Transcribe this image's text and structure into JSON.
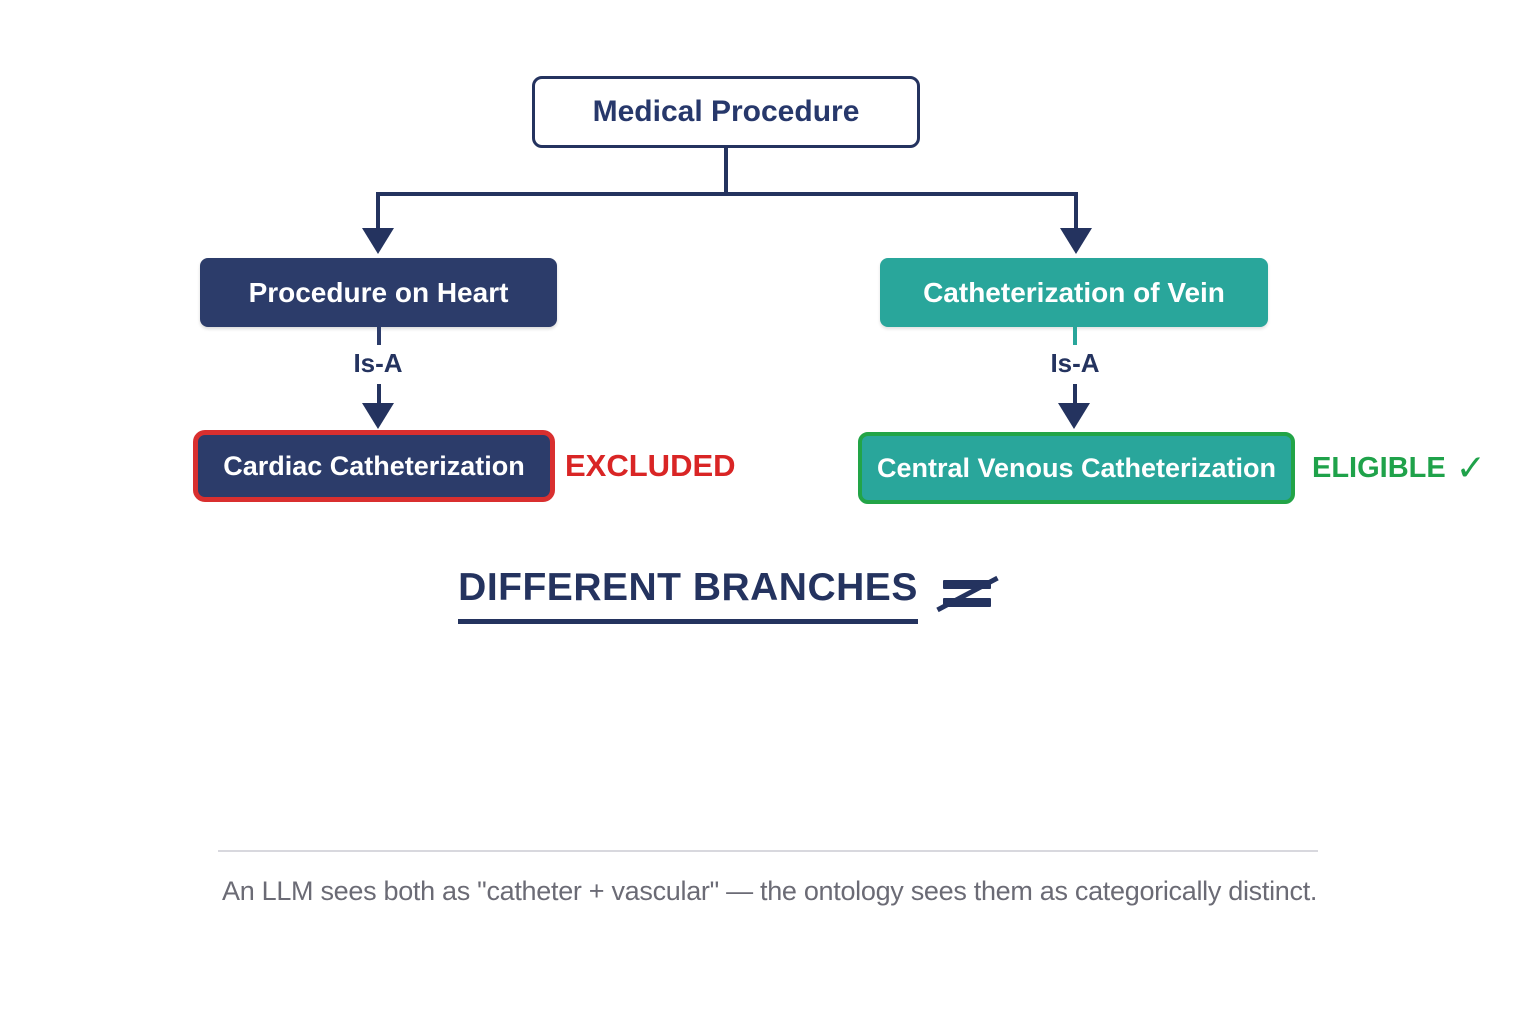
{
  "diagram": {
    "root": {
      "label": "Medical Procedure"
    },
    "left_branch": {
      "parent_label": "Procedure on Heart",
      "relation": "Is-A",
      "child_label": "Cardiac Catheterization",
      "status": "EXCLUDED"
    },
    "right_branch": {
      "parent_label": "Catheterization of Vein",
      "relation": "Is-A",
      "child_label": "Central Venous Catheterization",
      "status": "ELIGIBLE",
      "check_glyph": "✓"
    },
    "verdict": "DIFFERENT BRANCHES",
    "caption": "An LLM sees both as \"catheter + vascular\" — the ontology sees them as categorically distinct."
  },
  "icons": {
    "not_equal": "≠",
    "check": "✓"
  },
  "colors": {
    "navy": "#2c3c6a",
    "navy_line": "#24335f",
    "teal": "#29a69b",
    "red": "#d92f2f",
    "green": "#22a447",
    "caption_gray": "#6b6b75"
  }
}
